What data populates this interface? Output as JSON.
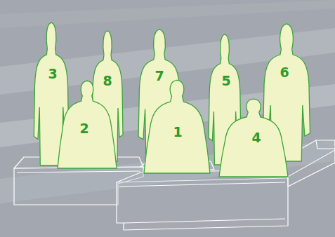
{
  "diagram": {
    "nodes": [
      {
        "text": [
          "3"
        ]
      },
      {
        "text": [
          "8"
        ]
      },
      {
        "text": [
          "7"
        ]
      },
      {
        "text": [
          "5"
        ]
      },
      {
        "text": [
          "6"
        ]
      },
      {
        "text": [
          "2"
        ]
      },
      {
        "text": [
          "1"
        ]
      },
      {
        "text": [
          "4"
        ]
      }
    ]
  }
}
